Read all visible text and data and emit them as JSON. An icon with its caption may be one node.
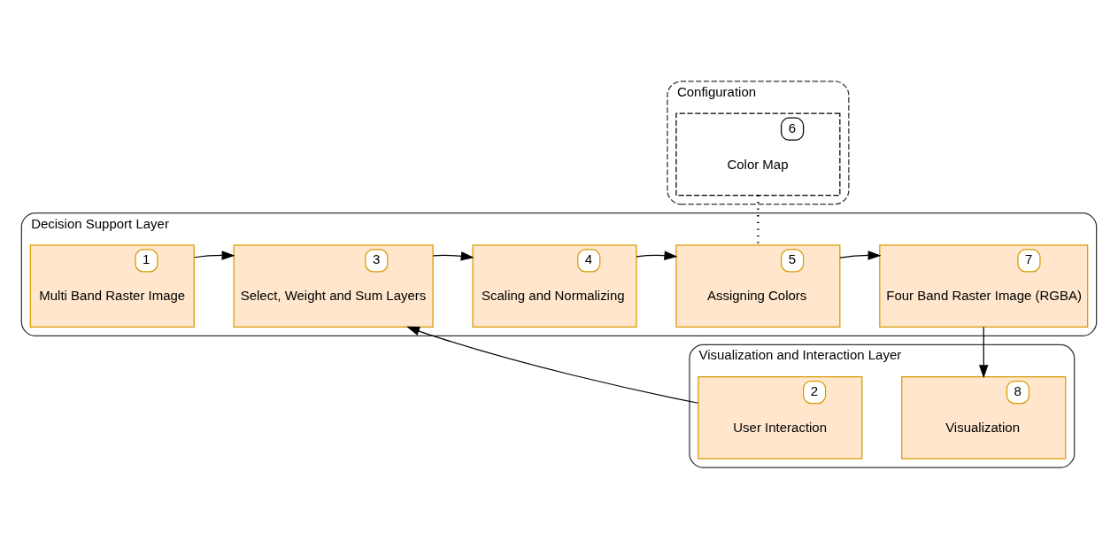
{
  "diagram": {
    "nodes": [
      {
        "text": [
          "Configuration"
        ]
      },
      {
        "text": [
          "6",
          "Color Map"
        ],
        "in": 0
      },
      {
        "text": [
          "Decision Support Layer"
        ]
      },
      {
        "text": [
          "1",
          "Multi Band Raster Image"
        ],
        "in": 2
      },
      {
        "text": [
          "3",
          "Select, Weight and Sum Layers"
        ],
        "in": 2
      },
      {
        "text": [
          "4",
          "Scaling and Normalizing"
        ],
        "in": 2
      },
      {
        "text": [
          "5",
          "Assigning Colors"
        ],
        "in": 2
      },
      {
        "text": [
          "7",
          "Four Band Raster Image (RGBA)"
        ],
        "in": 2
      },
      {
        "text": [
          "Visualization and Interaction Layer"
        ]
      },
      {
        "text": [
          "2",
          "User Interaction"
        ],
        "in": 8
      },
      {
        "text": [
          "8",
          "Visualization"
        ],
        "in": 8
      }
    ],
    "edges": [
      {
        "from": 3,
        "to": 4,
        "arrow": "to"
      },
      {
        "from": 4,
        "to": 5,
        "arrow": "to"
      },
      {
        "from": 5,
        "to": 6,
        "arrow": "to"
      },
      {
        "from": 6,
        "to": 7,
        "arrow": "to"
      },
      {
        "from": 9,
        "to": 4,
        "arrow": "to"
      },
      {
        "from": 7,
        "to": 10,
        "arrow": "to"
      },
      {
        "from": 1,
        "to": 6,
        "arrow": "none",
        "style": "dashed"
      }
    ]
  }
}
